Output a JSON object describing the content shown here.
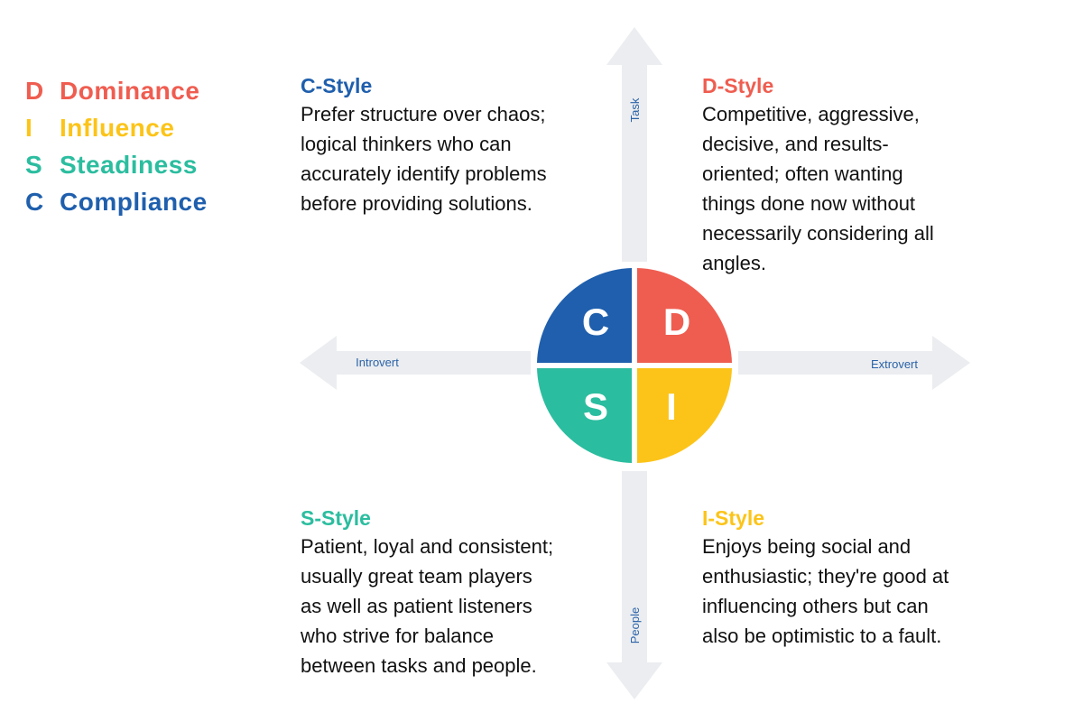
{
  "colors": {
    "dominance": "#ef5d50",
    "influence": "#fcc419",
    "steadiness": "#2bbd9f",
    "compliance": "#1f5fad",
    "arrow": "#ebedf0",
    "axis_text": "#2b63a8"
  },
  "legend": [
    {
      "letter": "D",
      "word": "Dominance"
    },
    {
      "letter": "I",
      "word": "Influence"
    },
    {
      "letter": "S",
      "word": "Steadiness"
    },
    {
      "letter": "C",
      "word": "Compliance"
    }
  ],
  "axes": {
    "top": "Task",
    "bottom": "People",
    "left": "Introvert",
    "right": "Extrovert"
  },
  "quadrants": {
    "c": "C",
    "d": "D",
    "s": "S",
    "i": "I"
  },
  "styles": {
    "c": {
      "title": "C-Style",
      "lines": [
        "Prefer structure over chaos;",
        "logical thinkers who can",
        "accurately identify problems",
        "before providing solutions."
      ]
    },
    "d": {
      "title": "D-Style",
      "lines": [
        "Competitive, aggressive,",
        "decisive, and results-",
        "oriented; often wanting",
        "things done now without",
        "necessarily considering all",
        "angles."
      ]
    },
    "s": {
      "title": "S-Style",
      "lines": [
        "Patient, loyal and consistent;",
        "usually great team players",
        "as well as patient listeners",
        "who strive for balance",
        "between tasks and people."
      ]
    },
    "i": {
      "title": "I-Style",
      "lines": [
        "Enjoys being social and",
        "enthusiastic; they're good at",
        "influencing others but can",
        "also be optimistic to a fault."
      ]
    }
  }
}
